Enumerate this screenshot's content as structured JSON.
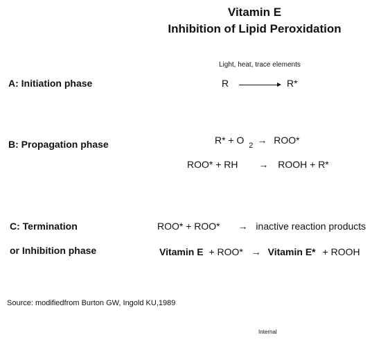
{
  "title": {
    "line1": "Vitamin E",
    "line2": "Inhibition of Lipid  Peroxidation"
  },
  "phases": {
    "initiation": {
      "label": "A: Initiation phase",
      "condition": "Light, heat, trace elements",
      "reactant": "R",
      "product": "R*"
    },
    "propagation": {
      "label": "B: Propagation phase",
      "eq1_left": "R* + O",
      "eq1_sub": "2",
      "eq1_arrow": "→",
      "eq1_right": "ROO*",
      "eq2_left": "ROO* + RH",
      "eq2_arrow": "→",
      "eq2_right": "ROOH + R*"
    },
    "termination": {
      "label1": "C: Termination",
      "label2": "or Inhibition phase",
      "eq1_left": "ROO* + ROO*",
      "eq1_arrow": "→",
      "eq1_right": "inactive reaction products",
      "eq2_vitamin": "Vitamin E",
      "eq2_plus": "+ ROO*",
      "eq2_arrow": "→",
      "eq2_vitamin_radical": "Vitamin E*",
      "eq2_rest": "+ ROOH"
    }
  },
  "source": "Source: modifiedfrom Burton GW, Ingold KU,1989",
  "footer_tag": "Internal"
}
